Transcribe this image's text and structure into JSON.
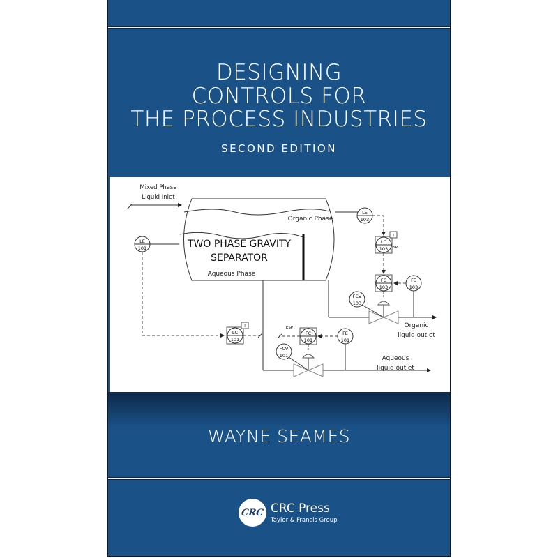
{
  "cover": {
    "title_lines": [
      "DESIGNING",
      "CONTROLS FOR",
      "THE PROCESS INDUSTRIES"
    ],
    "edition": "SECOND EDITION",
    "author": "WAYNE SEAMES",
    "colors": {
      "background": "#1a5186",
      "band_dark": "#0e2847",
      "text": "#ffffff"
    }
  },
  "diagram": {
    "inlet_label": [
      "Mixed Phase",
      "Liquid Inlet"
    ],
    "vessel_label": [
      "TWO PHASE GRAVITY",
      "SEPARATOR"
    ],
    "organic_phase": "Organic Phase",
    "aqueous_phase": "Aqueous Phase",
    "instruments": {
      "le101": [
        "LE",
        "101"
      ],
      "lc101": [
        "LC",
        "101"
      ],
      "lc101_tag": "I",
      "fc101": [
        "FC",
        "101"
      ],
      "fe101": [
        "FE",
        "101"
      ],
      "fcv101": [
        "FCV",
        "101"
      ],
      "le103": [
        "LE",
        "103"
      ],
      "lc103": [
        "LC",
        "103"
      ],
      "lc103_tag": "T",
      "fc103": [
        "FC",
        "103"
      ],
      "fe103": [
        "FE",
        "103"
      ],
      "fcv103": [
        "FCV",
        "103"
      ]
    },
    "esp_label": "ESP",
    "organic_outlet": [
      "Organic",
      "liquid outlet"
    ],
    "aqueous_outlet": [
      "Aqueous",
      "liquid outlet"
    ]
  },
  "publisher": {
    "logo_text": "CRC",
    "name": "CRC Press",
    "group": "Taylor & Francis Group"
  }
}
